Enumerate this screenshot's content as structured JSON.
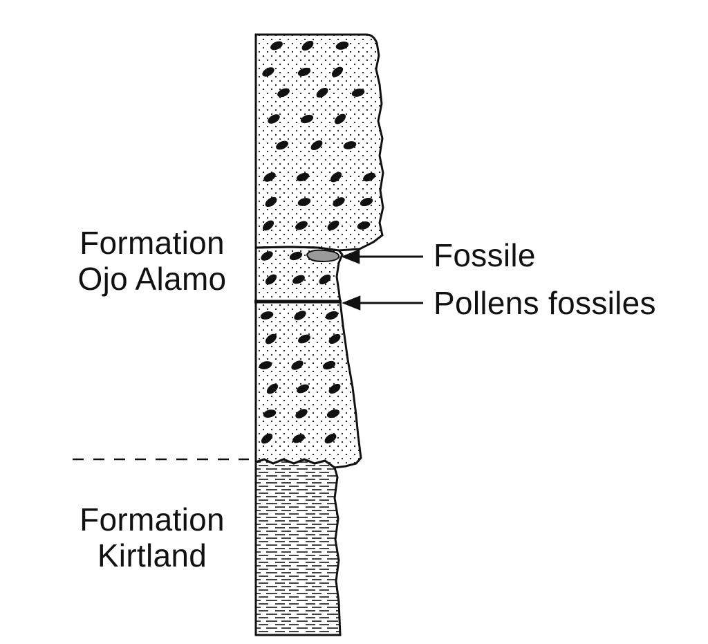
{
  "formations": {
    "upper": {
      "line1": "Formation",
      "line2": "Ojo Alamo"
    },
    "lower": {
      "line1": "Formation",
      "line2": "Kirtland"
    }
  },
  "annotations": {
    "fossil": "Fossile",
    "pollen": "Pollens fossiles"
  },
  "colors": {
    "ink": "#111111",
    "fossil_fill": "#9a9a9a",
    "background": "#ffffff"
  }
}
